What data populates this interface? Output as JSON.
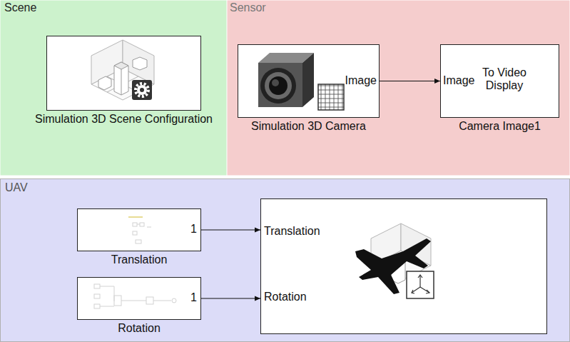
{
  "diagram": {
    "nodes": [
      {
        "text": [
          "Scene"
        ]
      },
      {
        "text": [
          "Simulation 3D Scene Configuration"
        ],
        "in": 0
      },
      {
        "text": [
          "Sensor"
        ]
      },
      {
        "text": [
          "Image",
          "Simulation 3D Camera"
        ],
        "in": 2
      },
      {
        "text": [
          "Image",
          "To Video Display",
          "Camera Image1"
        ],
        "in": 2
      },
      {
        "text": [
          "UAV"
        ]
      },
      {
        "text": [
          "1",
          "Translation"
        ],
        "in": 5
      },
      {
        "text": [
          "1",
          "Rotation"
        ],
        "in": 5
      },
      {
        "text": [
          "Translation",
          "Rotation"
        ],
        "in": 5
      }
    ],
    "edges": [
      {
        "from": 3,
        "to": 4,
        "arrow": "to"
      },
      {
        "from": 6,
        "to": 8,
        "arrow": "to"
      },
      {
        "from": 7,
        "to": 8,
        "arrow": "to"
      }
    ]
  }
}
